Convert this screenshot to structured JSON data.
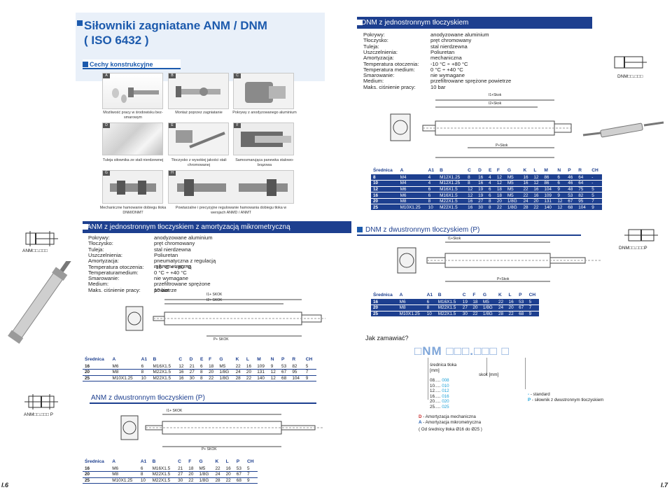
{
  "title": {
    "line1": "Siłowniki zagniatane ANM / DNM",
    "line2": "( ISO 6432 )"
  },
  "features_heading": "Cechy konstrukcyjne",
  "feature_tags": [
    "A",
    "B",
    "C",
    "D",
    "E",
    "F",
    "G",
    "H"
  ],
  "features": [
    "Możliwość pracy w środowisku bez-smarowym",
    "Montaż poprzez zagniatanie",
    "Pokrywy z anodyzowanego aluminium",
    "Tuleja siłownika ze stali nierdzewnej",
    "Tłoczysko z wysokiej jakości stali chromowanej",
    "Samosmarująca panewka stalowo-brązowa",
    "Mechaniczne hamowanie dobiegu tłoka DNM/DNMT",
    "Powtarzalne i precyzyjne regulowanie hamowania dobiegu tłoka w wersjach ANMD / ANMT"
  ],
  "dnm_single": {
    "heading": "DNM z jednostronnym tłoczyskiem",
    "specs": [
      [
        "Pokrywy:",
        "anodyzowane aluminium"
      ],
      [
        "Tłoczysko:",
        "pręt chromowany"
      ],
      [
        "Tuleja:",
        "stal nierdzewna"
      ],
      [
        "Uszczelnienia:",
        "Poliuretan"
      ],
      [
        "Amortyzacja:",
        "mechaniczna"
      ],
      [
        "Temperatura otoczenia:",
        "-10 °C ÷ +80 °C"
      ],
      [
        "Temperatura medium:",
        "0 °C ÷ +40 °C"
      ],
      [
        "Smarowanie:",
        "nie wymagane"
      ],
      [
        "Medium:",
        "przefiltrowane sprężone powietrze"
      ],
      [
        "Maks. ciśnienie pracy:",
        "10 bar"
      ]
    ],
    "symbol_label": "DNM□□.□□□",
    "columns": [
      "Średnica",
      "A",
      "A1",
      "B",
      "C",
      "D",
      "E",
      "F",
      "G",
      "K",
      "L",
      "M",
      "N",
      "P",
      "R",
      "CH"
    ],
    "rows": [
      [
        "8",
        "M4",
        "4",
        "M12X1.25",
        "8",
        "16",
        "4",
        "12",
        "M5",
        "16",
        "12",
        "86",
        "6",
        "46",
        "64",
        "-"
      ],
      [
        "10",
        "M4",
        "4",
        "M12X1.25",
        "8",
        "16",
        "4",
        "12",
        "M5",
        "16",
        "12",
        "86",
        "6",
        "46",
        "64",
        "-"
      ],
      [
        "12",
        "M6",
        "6",
        "M16X1.5",
        "12",
        "19",
        "6",
        "18",
        "M5",
        "22",
        "16",
        "104",
        "9",
        "48",
        "75",
        "5"
      ],
      [
        "16",
        "M6",
        "6",
        "M16X1.5",
        "12",
        "19",
        "6",
        "18",
        "M5",
        "22",
        "16",
        "109",
        "9",
        "53",
        "82",
        "5"
      ],
      [
        "20",
        "M8",
        "8",
        "M22X1.5",
        "16",
        "27",
        "8",
        "20",
        "1/8G",
        "24",
        "20",
        "131",
        "12",
        "67",
        "95",
        "7"
      ],
      [
        "25",
        "M10X1.25",
        "10",
        "M22X1.5",
        "16",
        "30",
        "8",
        "22",
        "1/8G",
        "28",
        "22",
        "140",
        "12",
        "68",
        "104",
        "9"
      ]
    ]
  },
  "anm_single": {
    "heading": "ANM z jednostronnym tłoczyskiem z amortyzacją mikrometryczną",
    "specs": [
      [
        "Pokrywy:",
        "anodyzowane aluminium"
      ],
      [
        "Tłoczysko:",
        "pręt chromowany"
      ],
      [
        "Tuleja:",
        "stal nierdzewna"
      ],
      [
        "Uszczelnienia:",
        "Poliuretan"
      ],
      [
        "Amortyzacja:",
        "pneumatyczna z regulacją mikrometryczną"
      ],
      [
        "Temperatura otoczenia:",
        "-10 °C ÷ +80 °C"
      ],
      [
        "Temperaturamedium:",
        "0 °C ÷ +40 °C"
      ],
      [
        "Smarowanie:",
        "nie wymagane"
      ],
      [
        "Medium:",
        "przefiltrowane sprężone powietrze"
      ],
      [
        "Maks. ciśnienie pracy:",
        "10 bar"
      ]
    ],
    "symbol_label": "ANM□□.□□□",
    "columns": [
      "Średnica",
      "A",
      "A1",
      "B",
      "C",
      "D",
      "E",
      "F",
      "G",
      "K",
      "L",
      "M",
      "N",
      "P",
      "R",
      "CH"
    ],
    "rows": [
      [
        "16",
        "M6",
        "6",
        "M16X1.5",
        "12",
        "21",
        "6",
        "18",
        "M5",
        "22",
        "16",
        "109",
        "9",
        "53",
        "82",
        "5"
      ],
      [
        "20",
        "M8",
        "8",
        "M22X1.5",
        "16",
        "27",
        "8",
        "20",
        "1/8G",
        "24",
        "20",
        "131",
        "12",
        "67",
        "95",
        "7"
      ],
      [
        "25",
        "M10X1.25",
        "10",
        "M22X1.5",
        "16",
        "30",
        "8",
        "22",
        "1/8G",
        "28",
        "22",
        "140",
        "12",
        "68",
        "104",
        "9"
      ]
    ]
  },
  "anm_double": {
    "heading": "ANM z dwustronnym tłoczyskiem (P)",
    "symbol_label": "ANM□□.□□□ P",
    "columns": [
      "Średnica",
      "A",
      "A1",
      "B",
      "C",
      "F",
      "G",
      "K",
      "L",
      "P",
      "CH"
    ],
    "rows": [
      [
        "16",
        "M6",
        "6",
        "M16X1.5",
        "21",
        "18",
        "M5",
        "22",
        "16",
        "53",
        "5"
      ],
      [
        "20",
        "M8",
        "8",
        "M22X1.5",
        "27",
        "20",
        "1/8G",
        "24",
        "20",
        "67",
        "7"
      ],
      [
        "25",
        "M10X1.25",
        "10",
        "M22X1.5",
        "30",
        "22",
        "1/8G",
        "28",
        "22",
        "68",
        "9"
      ]
    ]
  },
  "dnm_double": {
    "heading": "DNM z dwustronnym tłoczyskiem (P)",
    "symbol_label": "DNM□□.□□□P",
    "columns": [
      "Średnica",
      "A",
      "A1",
      "B",
      "C",
      "F",
      "G",
      "K",
      "L",
      "P",
      "CH"
    ],
    "rows": [
      [
        "16",
        "M6",
        "6",
        "M16X1.5",
        "19",
        "18",
        "M5",
        "22",
        "16",
        "53",
        "5"
      ],
      [
        "20",
        "M8",
        "8",
        "M22X1.5",
        "27",
        "20",
        "1/8G",
        "24",
        "20",
        "67",
        "7"
      ],
      [
        "25",
        "M10X1.25",
        "10",
        "M22X1.5",
        "30",
        "22",
        "1/8G",
        "28",
        "22",
        "68",
        "9"
      ]
    ]
  },
  "drawing_labels": {
    "skok1": "I1+Skok",
    "skok2": "I2+Skok",
    "skok3": "P+Skok",
    "skok_upper": "I1+ SKOK",
    "skok_upper2": "I2+ SKOK",
    "skok_p": "P+ SKOK"
  },
  "order": {
    "heading": "Jak zamawiać?",
    "code": "□NM □□□.□□□ □",
    "diam_title": "średnica tłoka\n[mm]",
    "skok_title": "skok [mm]",
    "diams": [
      [
        "08.....",
        "008"
      ],
      [
        "10.....",
        "010"
      ],
      [
        "12.....",
        "012"
      ],
      [
        "16.....",
        "016"
      ],
      [
        "20.....",
        "020"
      ],
      [
        "25.....",
        "025"
      ]
    ],
    "variants": [
      [
        "-",
        " - standard"
      ],
      [
        "P",
        " - siłownik z dwustronnym tłoczyskiem"
      ]
    ],
    "types": [
      [
        "D",
        " - Amortyzacja mechaniczna"
      ],
      [
        "A",
        " - Amortyzacja mikrometryczna"
      ]
    ],
    "note": "( Od średnicy tłoka Ø16 do Ø25 )"
  },
  "page_numbers": {
    "left": "I.6",
    "right": "I.7"
  },
  "colors": {
    "accent": "#1d3f8f",
    "brand": "#1c5aad",
    "cyan": "#1aa0d8",
    "red": "#c82828"
  }
}
